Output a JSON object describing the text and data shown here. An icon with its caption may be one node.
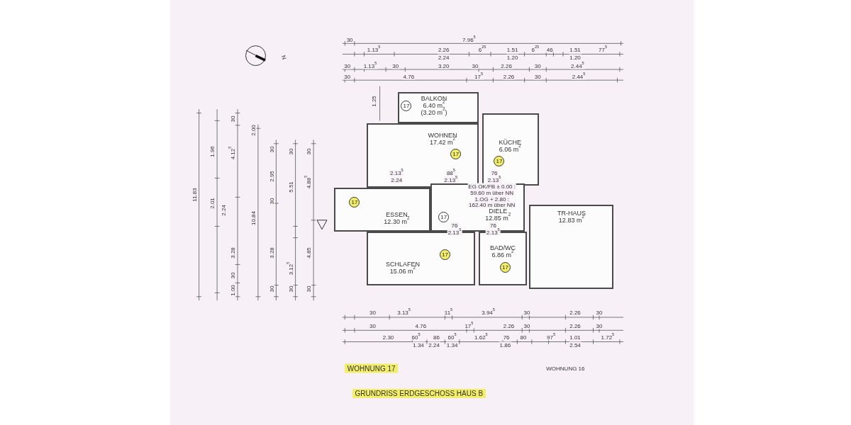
{
  "diagram": {
    "title": "GRUNDRISS ERDGESCHOSS HAUS B",
    "nodes": [
      {
        "text": [
          "BALKON",
          "6.40 m$^{2}$",
          "(3.20 m$^{2}$)"
        ]
      },
      {
        "text": [
          "17"
        ],
        "in": 0
      },
      {
        "text": [
          "WOHNEN",
          "17.42 m$^{2}$"
        ]
      },
      {
        "text": [
          "17"
        ],
        "in": 2
      },
      {
        "text": [
          "KÜCHE",
          "6.06 m$^{2}$"
        ]
      },
      {
        "text": [
          "17"
        ],
        "in": 4
      },
      {
        "text": [
          "ESSEN",
          "12.30 m$^{2}$"
        ]
      },
      {
        "text": [
          "17"
        ],
        "in": 6
      },
      {
        "text": [
          "DIELE",
          "12.85 m$^{2}$"
        ]
      },
      {
        "text": [
          "17"
        ],
        "in": 8
      },
      {
        "text": [
          "TR-HAUS",
          "12.83 m$^{2}$"
        ]
      },
      {
        "text": [
          "SCHLAFEN",
          "15.06 m$^{2}$"
        ]
      },
      {
        "text": [
          "17"
        ],
        "in": 11
      },
      {
        "text": [
          "BAD/WC",
          "6.86 m$^{2}$"
        ]
      },
      {
        "text": [
          "17"
        ],
        "in": 13
      }
    ],
    "labels": [
      "N",
      "30",
      "7.96$^{5}$",
      "1.13$^{5}$",
      "2.26",
      "6$^{25}$",
      "1.51",
      "6$^{25}$",
      "46",
      "1.51",
      "77$^{5}$",
      "2.24",
      "1.20",
      "1.20",
      "30",
      "1.13$^{5}$",
      "30",
      "3.20",
      "30",
      "2.26",
      "30",
      "2.44$^{5}$",
      "30",
      "4.76",
      "17$^{5}$",
      "2.26",
      "30",
      "2.44$^{5}$",
      "1.25",
      "11.83",
      "1.96",
      "2.01",
      "30",
      "4.12$^{5}$",
      "2.24",
      "3.28",
      "30",
      "1.00",
      "2.00",
      "10.84",
      "30",
      "2.95",
      "30",
      "3.28",
      "30",
      "30",
      "5.51",
      "3.12$^{5}$",
      "30",
      "30",
      "4.88$^{5}$",
      "4.85",
      "30",
      "2.13$^{5}$",
      "2.24",
      "88$^{5}$",
      "2.13$^{5}$",
      "76",
      "2.13$^{5}$",
      "EG OK/FB ± 0.00 :",
      "59.60 m über NN",
      "1.OG + 2.80 :",
      "162.40 m über NN",
      "76",
      "2.13$^{5}$",
      "76",
      "2.13$^{5}$",
      "30",
      "3.13$^{5}$",
      "11$^{5}$",
      "3.94$^{5}$",
      "30",
      "2.26",
      "30",
      "30",
      "4.76",
      "17$^{5}$",
      "2.26",
      "30",
      "2.26",
      "30",
      "2.30",
      "60$^{5}$",
      "86",
      "60$^{5}$",
      "1.62$^{5}$",
      "76",
      "80",
      "97$^{5}$",
      "1.01",
      "1.72$^{5}$",
      "1.34",
      "2.24",
      "1.34",
      "1.86",
      "2.54",
      "WOHNUNG 17",
      "WOHNUNG 16"
    ]
  }
}
